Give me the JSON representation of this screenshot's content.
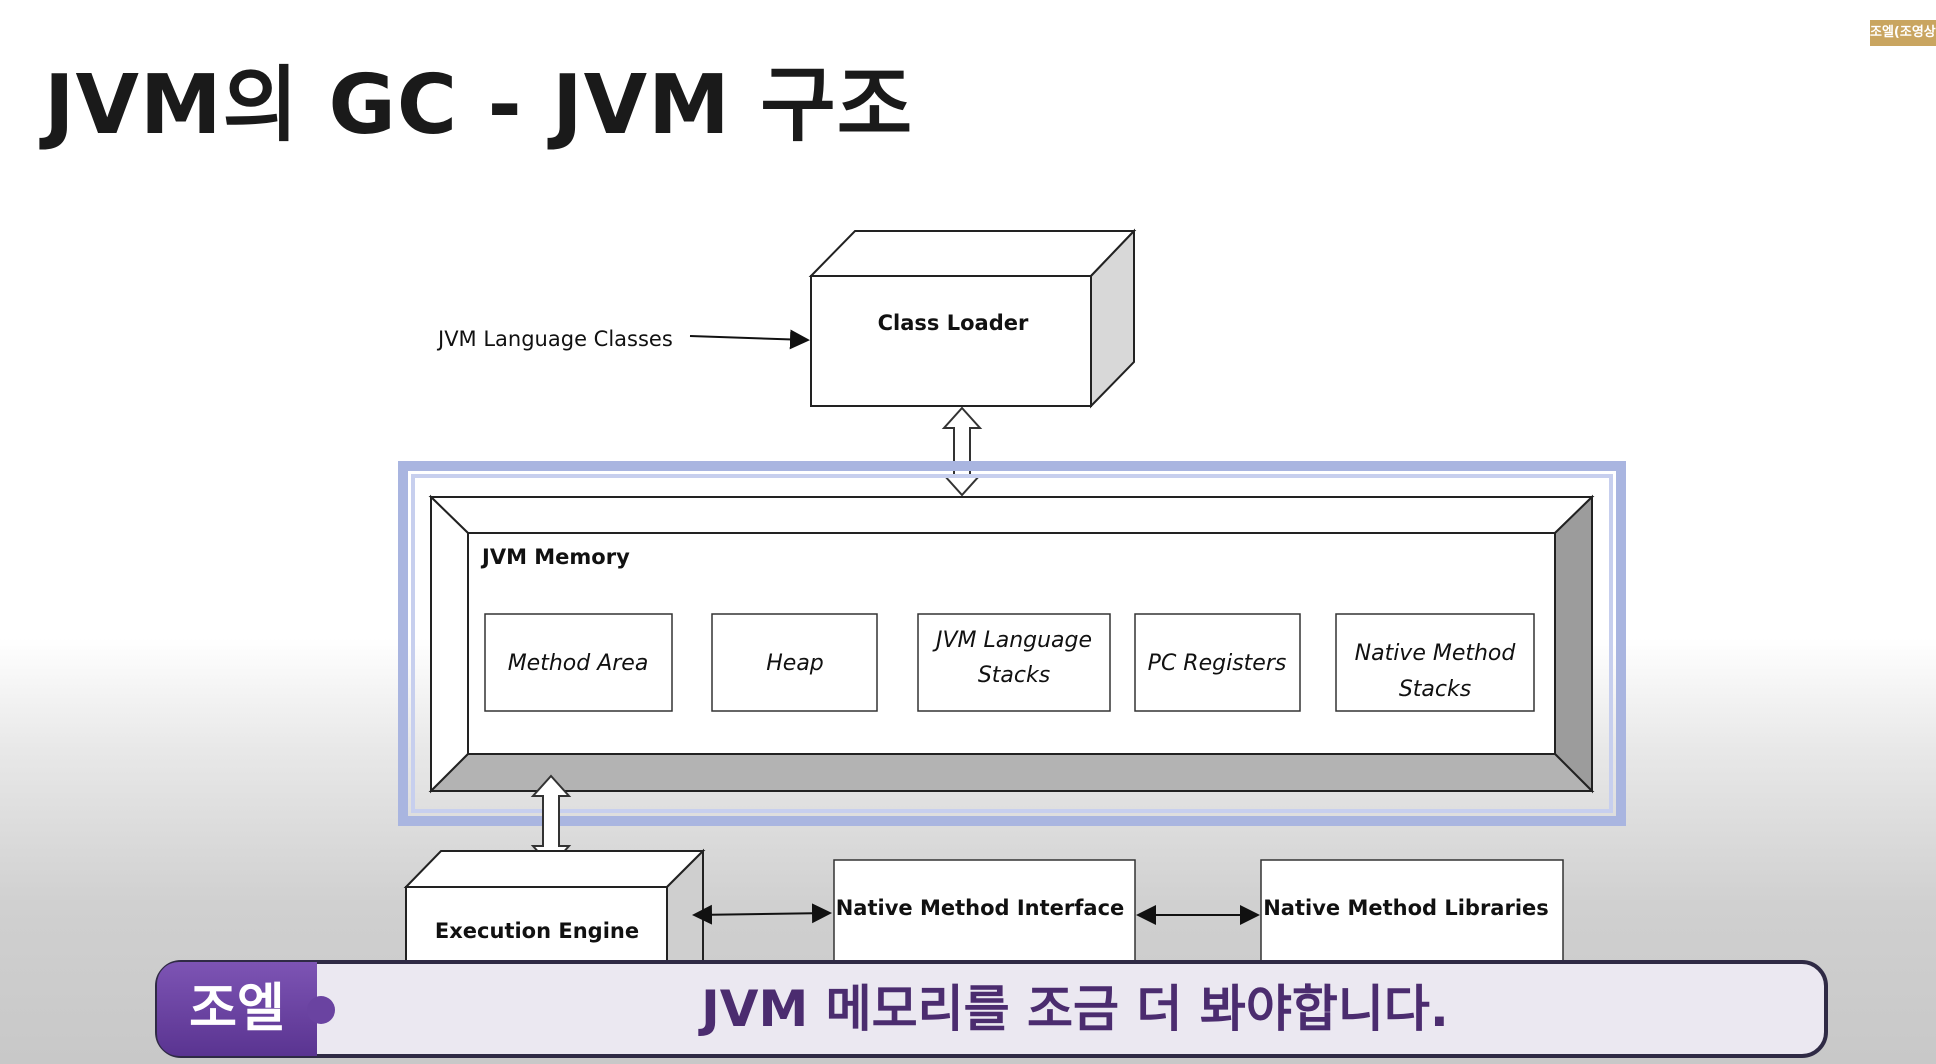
{
  "title": "JVM의 GC - JVM 구조",
  "corner_badge": "조엘(조영상)",
  "diagram": {
    "input_label": "JVM Language Classes",
    "class_loader": "Class Loader",
    "memory_title": "JVM Memory",
    "memory_areas": [
      {
        "line1": "Method Area",
        "line2": ""
      },
      {
        "line1": "Heap",
        "line2": ""
      },
      {
        "line1": "JVM Language",
        "line2": "Stacks"
      },
      {
        "line1": "PC Registers",
        "line2": ""
      },
      {
        "line1": "Native Method",
        "line2": "Stacks"
      }
    ],
    "execution_engine": "Execution Engine",
    "native_interface": "Native Method Interface",
    "native_libraries": "Native Method Libraries"
  },
  "subtitle": {
    "speaker": "조엘",
    "text": "JVM 메모리를 조금 더 봐야합니다."
  },
  "colors": {
    "memory_frame": "#9aa8d8",
    "subtitle_text": "#4b2c6f",
    "speaker_bg": "#6a43a1"
  }
}
